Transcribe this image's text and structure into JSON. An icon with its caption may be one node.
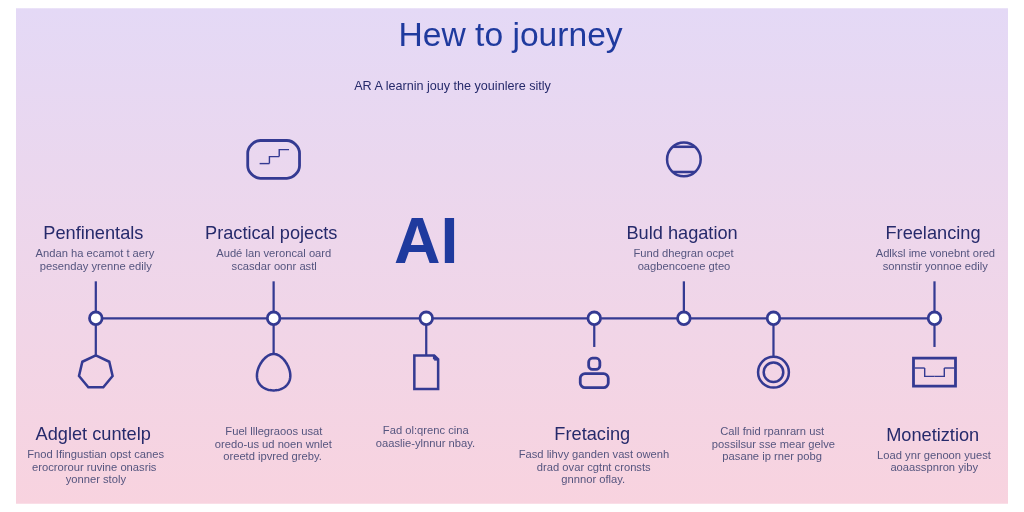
{
  "diagram": {
    "title": "Hew to journey",
    "nodes": [
      {
        "text": [
          "Penfinentals",
          "Andan ha ecamot t aery pesenday yrenne edily"
        ]
      },
      {
        "text": [],
        "shape": "picture"
      },
      {
        "text": [
          "Practical pojects",
          "Audé lan veroncal oard scasdar oonr astl"
        ]
      },
      {
        "text": [],
        "shape": "picture"
      },
      {
        "text": [
          "Buld hagation",
          "Fund dhegran ocpet oagbencoene gteo"
        ]
      },
      {
        "text": [
          "Freelancing",
          "Adlksl ime vonebnt ored sonnstir yonnoe edily"
        ]
      },
      {
        "text": [],
        "shape": "circle"
      },
      {
        "text": [],
        "shape": "circle"
      },
      {
        "text": [],
        "shape": "circle"
      },
      {
        "text": [],
        "shape": "circle"
      },
      {
        "text": [],
        "shape": "circle"
      },
      {
        "text": [],
        "shape": "circle"
      },
      {
        "text": [],
        "shape": "circle"
      },
      {
        "text": [],
        "shape": "picture",
        "beside": [
          "Adglet cuntelp",
          "Fnod Ifingustian opst canes erocrorour ruvine onasris yonner stoly"
        ]
      },
      {
        "text": [],
        "shape": "picture",
        "beside": [
          "Fuel lllegraoos usat oredo-us ud noen wnlet oreetd ipvred greby."
        ]
      },
      {
        "text": [],
        "shape": "picture",
        "beside": [
          "Fad ol:qrenc cina oaaslie-ylnnur nbay."
        ]
      },
      {
        "text": [],
        "shape": "person",
        "beside": [
          "Fretacing",
          "Fasd lihvy ganden vast owenh drad ovar cgtnt cronsts gnnnor oflay."
        ]
      },
      {
        "text": [],
        "shape": "picture",
        "beside": [
          "Call fnid rpanrarn ust possilsur sse mear gelve pasane ip rner pobg"
        ]
      },
      {
        "text": [],
        "shape": "picture",
        "beside": [
          "Monetiztion",
          "Load ynr genoon yuest aoaasspnron yiby"
        ]
      }
    ],
    "edges": [
      {
        "from": 6,
        "to": 7,
        "arrow": "none"
      },
      {
        "from": 7,
        "to": 8,
        "arrow": "none"
      },
      {
        "from": 8,
        "to": 9,
        "arrow": "none"
      },
      {
        "from": 9,
        "to": 10,
        "arrow": "none"
      },
      {
        "from": 10,
        "to": 11,
        "arrow": "none"
      },
      {
        "from": 11,
        "to": 12,
        "arrow": "none"
      },
      {
        "from": 0,
        "to": 6,
        "arrow": "none"
      },
      {
        "from": 2,
        "to": 7,
        "arrow": "none"
      },
      {
        "from": 4,
        "to": 10,
        "arrow": "none"
      },
      {
        "from": 5,
        "to": 12,
        "arrow": "none"
      },
      {
        "from": 6,
        "to": 13,
        "arrow": "none"
      },
      {
        "from": 7,
        "to": 14,
        "arrow": "none"
      },
      {
        "from": 8,
        "to": 15,
        "arrow": "none"
      },
      {
        "from": 9,
        "to": 16,
        "arrow": "none"
      },
      {
        "from": 11,
        "to": 17,
        "arrow": "none"
      },
      {
        "from": 12,
        "to": 18,
        "arrow": "none"
      }
    ],
    "labels": [
      "AR A learnin jouy the youinlere sitly",
      "AI"
    ]
  }
}
